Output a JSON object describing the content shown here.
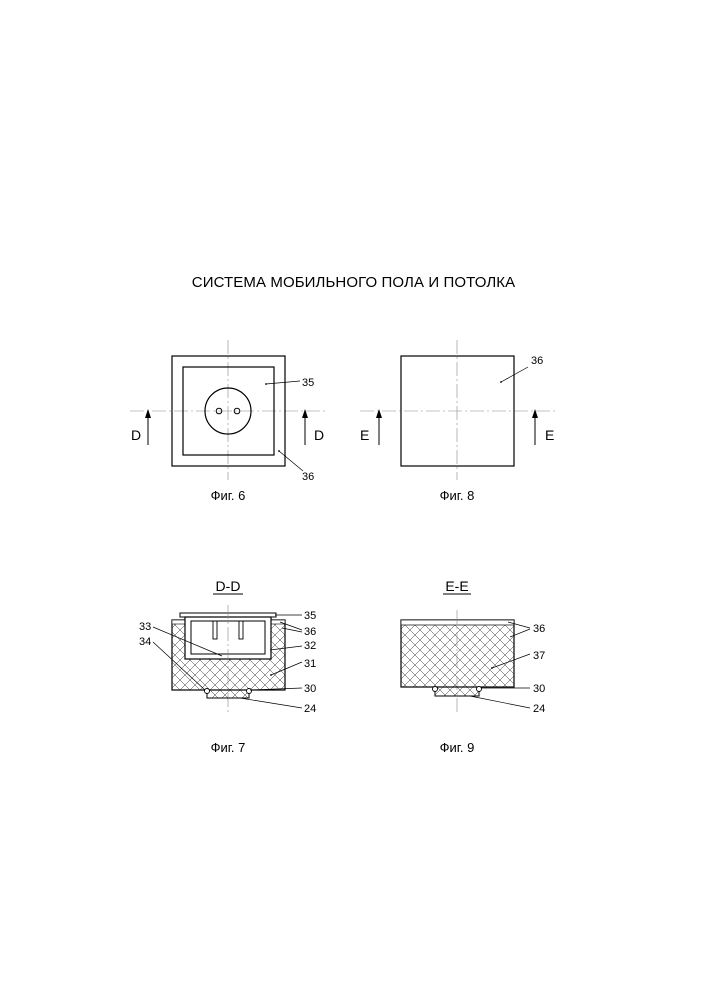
{
  "document": {
    "title": "СИСТЕМА МОБИЛЬНОГО ПОЛА И ПОТОЛКА"
  },
  "figures": {
    "fig6": {
      "caption": "Фиг. 6",
      "section_letter": "D",
      "labels": {
        "l35": "35",
        "l36": "36"
      }
    },
    "fig8": {
      "caption": "Фиг. 8",
      "section_letter": "E",
      "labels": {
        "l36": "36"
      }
    },
    "fig7": {
      "caption": "Фиг. 7",
      "section_title": "D-D",
      "labels": {
        "l35": "35",
        "l36": "36",
        "l32": "32",
        "l31": "31",
        "l33": "33",
        "l34": "34",
        "l30": "30",
        "l24": "24"
      }
    },
    "fig9": {
      "caption": "Фиг. 9",
      "section_title": "E-E",
      "labels": {
        "l36": "36",
        "l37": "37",
        "l30": "30",
        "l24": "24"
      }
    }
  }
}
